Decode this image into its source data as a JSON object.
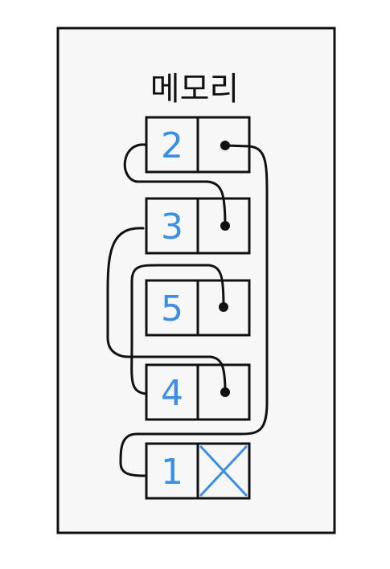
{
  "title": "메모리",
  "nodes": [
    {
      "value": "2"
    },
    {
      "value": "3"
    },
    {
      "value": "5"
    },
    {
      "value": "4"
    },
    {
      "value": "1"
    }
  ],
  "colors": {
    "value": "#3a8ee6",
    "line": "#111111",
    "background": "#f7f7f7"
  }
}
